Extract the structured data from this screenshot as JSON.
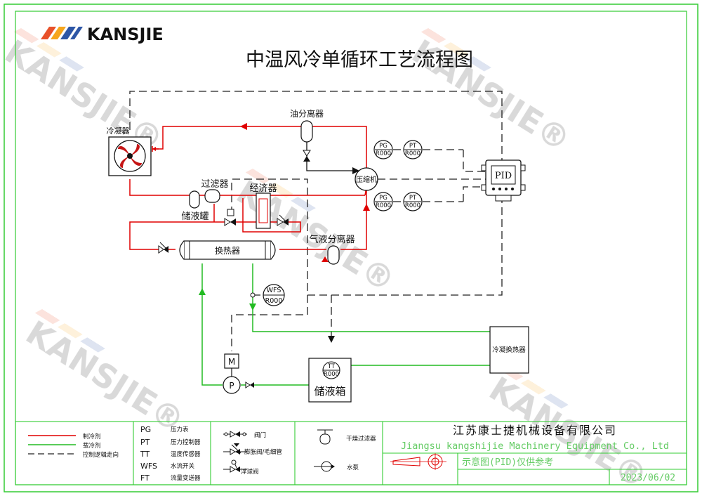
{
  "title": "中温风冷单循环工艺流程图",
  "brand": {
    "name": "KANSJIE",
    "watermark": "KANSJIE®",
    "stripe_colors": [
      "#e8512a",
      "#f6a61c",
      "#2d56a6"
    ]
  },
  "colors": {
    "refrigerant": "#e00000",
    "coolant": "#22bb22",
    "control": "#222222",
    "frame": "#33cc33"
  },
  "components": {
    "condenser": "冷凝器",
    "oil_separator": "油分离器",
    "filter": "过滤器",
    "economizer": "经济器",
    "receiver": "储液罐",
    "heat_exchanger": "换热器",
    "gas_liquid_separator": "气液分离器",
    "compressor": "压缩机",
    "controller": "PID",
    "condensing_exchanger": "冷凝换热器",
    "storage_tank": "储液箱",
    "motor": "M",
    "pump": "P"
  },
  "instruments": {
    "pg_top": {
      "tag": "PG",
      "value": "R000"
    },
    "pt_top": {
      "tag": "PT",
      "value": "R000"
    },
    "pg_bottom": {
      "tag": "PG",
      "value": "R000"
    },
    "pt_bottom": {
      "tag": "PT",
      "value": "R000"
    },
    "wfs": {
      "tag": "WFS",
      "value": "R000"
    },
    "tt": {
      "tag": "TT",
      "value": "R000"
    }
  },
  "legend": {
    "lines": [
      {
        "label": "制冷剂",
        "color": "#e00000"
      },
      {
        "label": "载冷剂",
        "color": "#22bb22"
      },
      {
        "label": "控制逻辑走向",
        "color": "#222222"
      }
    ],
    "abbreviations": [
      {
        "code": "PG",
        "desc": "压力表"
      },
      {
        "code": "PT",
        "desc": "压力控制器"
      },
      {
        "code": "TT",
        "desc": "温度传感器"
      },
      {
        "code": "WFS",
        "desc": "水流开关"
      },
      {
        "code": "FT",
        "desc": "流量变送器"
      }
    ],
    "symbols": [
      {
        "desc": "阀门"
      },
      {
        "desc": "膨胀阀/毛细管"
      },
      {
        "desc": "浮球阀"
      }
    ],
    "symbols2": [
      {
        "desc": "干燥过滤器"
      },
      {
        "desc": "水泵"
      }
    ]
  },
  "company": {
    "cn": "江苏康士捷机械设备有限公司",
    "en": "Jiangsu kangshijie Machinery Equipment Co., Ltd",
    "note": "示意图(PID)仅供参考",
    "date": "2023/06/02"
  }
}
